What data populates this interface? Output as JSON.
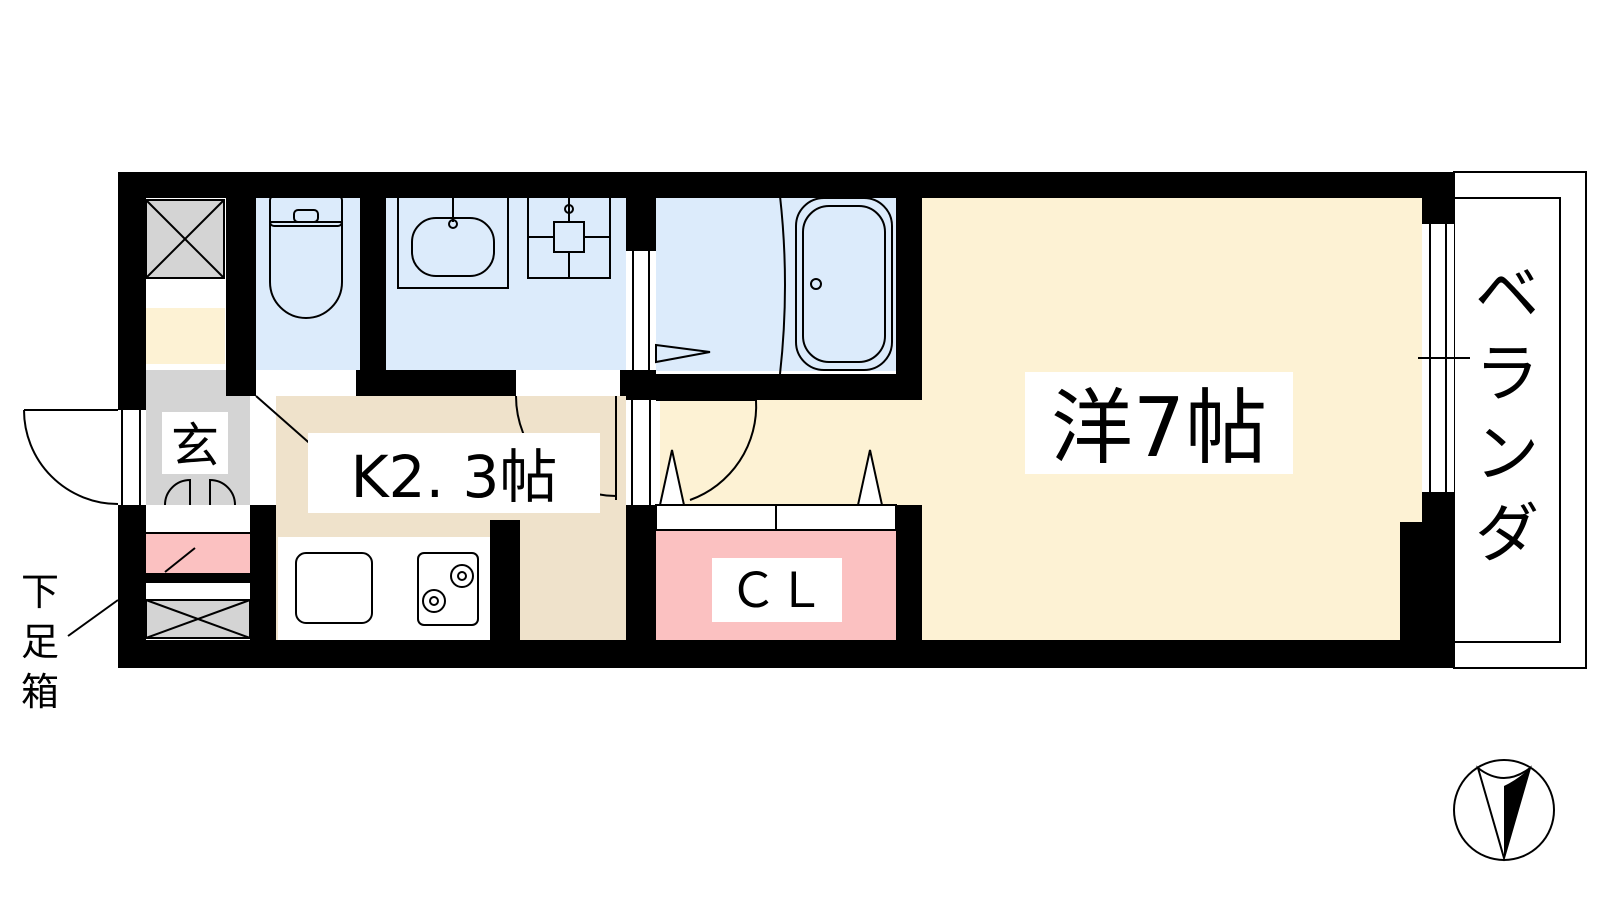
{
  "rooms": {
    "western": {
      "name": "洋",
      "size": "7",
      "unit": "帖",
      "color": "#fdf2d4"
    },
    "kitchen": {
      "label": "K2. 3帖",
      "color": "#efe2cb"
    },
    "entrance": {
      "label": "玄",
      "color": "#d4d4d4"
    },
    "closet": {
      "label": "ＣＬ",
      "color": "#fbc1c1"
    },
    "wet_area": {
      "color": "#dcebfb"
    },
    "shoe_box": {
      "color": "#fbc1c1"
    }
  },
  "labels": {
    "veranda": [
      "ベ",
      "ラ",
      "ン",
      "ダ"
    ],
    "shoe_box": [
      "下",
      "足",
      "箱"
    ]
  },
  "compass": {
    "direction": "south"
  },
  "colors": {
    "wall": "#000000",
    "background": "#ffffff"
  }
}
